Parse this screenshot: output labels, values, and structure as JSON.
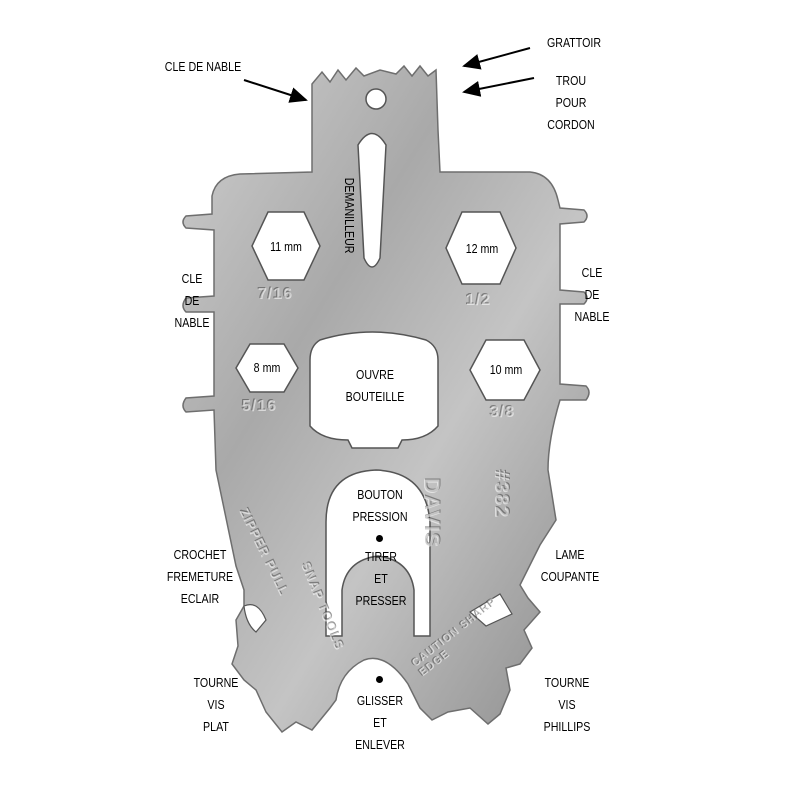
{
  "labels": {
    "cle_de_nable_top": "CLE DE NABLE",
    "grattoir": "GRATTOIR",
    "trou_pour_cordon": "TROU\nPOUR\nCORDON",
    "demanilleur": "DEMANILLEUR",
    "cle_de_nable_left": "CLE\nDE\nNABLE",
    "cle_de_nable_right": "CLE\nDE\nNABLE",
    "hex_11": "11 mm",
    "hex_12": "12 mm",
    "hex_8": "8 mm",
    "hex_10": "10 mm",
    "ouvre_bouteille": "OUVRE\nBOUTEILLE",
    "bouton_pression": "BOUTON\nPRESSION",
    "tirer_presser": "TIRER\nET\nPRESSER",
    "crochet_fermeture": "CROCHET\nFREMETURE\nECLAIR",
    "lame_coupante": "LAME\nCOUPANTE",
    "tourne_vis_plat": "TOURNE\nVIS\nPLAT",
    "glisser_enlever": "GLISSER\nET\nENLEVER",
    "tourne_vis_phillips": "TOURNE\nVIS\nPHILLIPS"
  },
  "engravings": {
    "size_7_16": "7/16",
    "size_1_2": "1/2",
    "size_5_16": "5/16",
    "size_3_8": "3/8",
    "brand": "DAVIS",
    "model": "#382",
    "zipper_pull": "ZIPPER PULL",
    "snap_tools": "SNAP TOOLS",
    "caution": "CAUTION SHARP EDGE"
  },
  "colors": {
    "steel_light": "#d9d9d9",
    "steel_dark": "#8f8f8f",
    "arrow": "#000000"
  }
}
